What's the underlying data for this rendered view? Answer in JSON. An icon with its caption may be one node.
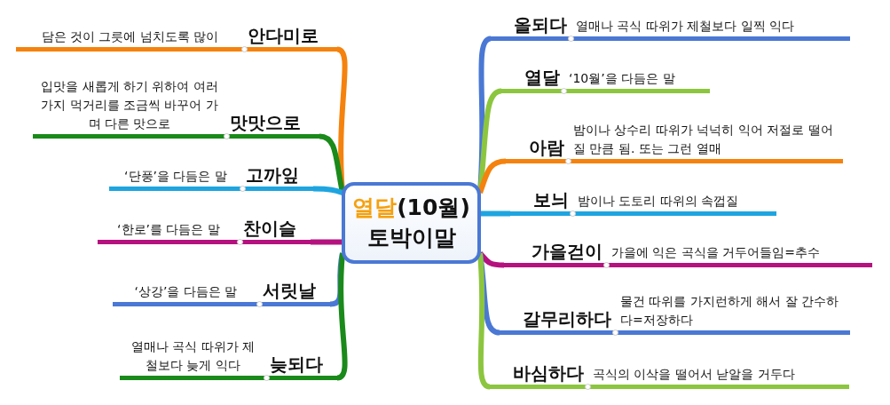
{
  "diagram": {
    "nodes": [
      {
        "text": [
          "열달(10월)",
          "토박이말"
        ]
      },
      {
        "text": [
          "안다미로"
        ],
        "beside": [
          "담은 것이 그릇에 넘치도록 많이"
        ]
      },
      {
        "text": [
          "맛맛으로"
        ],
        "beside": [
          "입맛을 새롭게 하기 위하여 여러 가지 먹거리를 조금씩 바꾸어 가며 다른 맛으로"
        ]
      },
      {
        "text": [
          "고까잎"
        ],
        "beside": [
          "‘단풍’을 다듬은 말"
        ]
      },
      {
        "text": [
          "찬이슬"
        ],
        "beside": [
          "‘한로’를 다듬은 말"
        ]
      },
      {
        "text": [
          "서릿날"
        ],
        "beside": [
          "‘상강’을 다듬은 말"
        ]
      },
      {
        "text": [
          "늦되다"
        ],
        "beside": [
          "열매나 곡식 따위가 제철보다 늦게 익다"
        ]
      },
      {
        "text": [
          "올되다"
        ],
        "beside": [
          "열매나 곡식 따위가 제철보다 일찍 익다"
        ]
      },
      {
        "text": [
          "열달"
        ],
        "beside": [
          "‘10월’을 다듬은 말"
        ]
      },
      {
        "text": [
          "아람"
        ],
        "beside": [
          "밤이나 상수리 따위가 넉넉히 익어 저절로 떨어질 만큼 됨. 또는 그런 열매"
        ]
      },
      {
        "text": [
          "보늬"
        ],
        "beside": [
          "밤이나 도토리 따위의 속껍질"
        ]
      },
      {
        "text": [
          "가을걷이"
        ],
        "beside": [
          "가을에 익은 곡식을 거두어들임=추수"
        ]
      },
      {
        "text": [
          "갈무리하다"
        ],
        "beside": [
          "물건 따위를 가지런하게 해서 잘 간수하다=저장하다"
        ]
      },
      {
        "text": [
          "바심하다"
        ],
        "beside": [
          "곡식의 이삭을 떨어서 낟알을 거두다"
        ]
      }
    ],
    "edges": [
      {
        "from": 0,
        "to": 1,
        "arrow": "none",
        "color": "#f5820d"
      },
      {
        "from": 0,
        "to": 2,
        "arrow": "none",
        "color": "#1a8a1a"
      },
      {
        "from": 0,
        "to": 3,
        "arrow": "none",
        "color": "#1ea5e0"
      },
      {
        "from": 0,
        "to": 4,
        "arrow": "none",
        "color": "#b5127f"
      },
      {
        "from": 0,
        "to": 5,
        "arrow": "none",
        "color": "#4a78d4"
      },
      {
        "from": 0,
        "to": 6,
        "arrow": "none",
        "color": "#1a8a1a"
      },
      {
        "from": 0,
        "to": 7,
        "arrow": "none",
        "color": "#4a78d4"
      },
      {
        "from": 0,
        "to": 8,
        "arrow": "none",
        "color": "#8cc63f"
      },
      {
        "from": 0,
        "to": 9,
        "arrow": "none",
        "color": "#f5820d"
      },
      {
        "from": 0,
        "to": 10,
        "arrow": "none",
        "color": "#1ea5e0"
      },
      {
        "from": 0,
        "to": 11,
        "arrow": "none",
        "color": "#b5127f"
      },
      {
        "from": 0,
        "to": 12,
        "arrow": "none",
        "color": "#4a78d4"
      },
      {
        "from": 0,
        "to": 13,
        "arrow": "none",
        "color": "#8cc63f"
      }
    ]
  }
}
